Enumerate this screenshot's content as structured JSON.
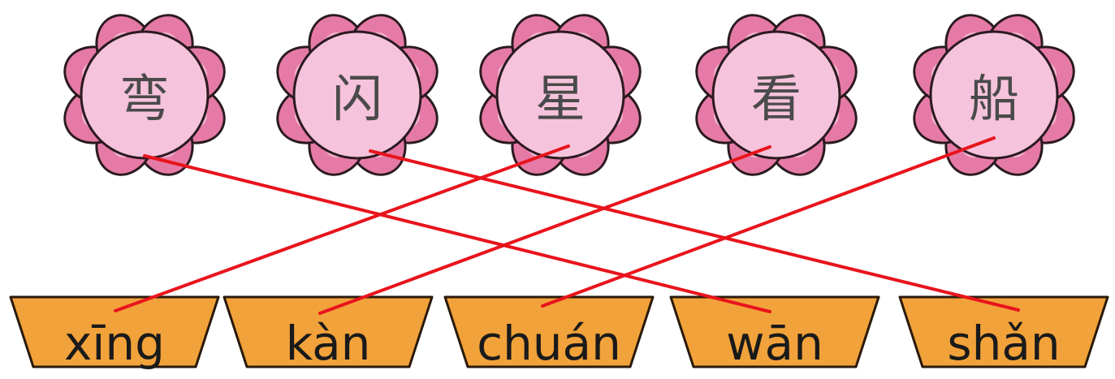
{
  "characters": [
    {
      "id": "wan",
      "label": "弯"
    },
    {
      "id": "shan",
      "label": "闪"
    },
    {
      "id": "xing",
      "label": "星"
    },
    {
      "id": "kan",
      "label": "看"
    },
    {
      "id": "chuan",
      "label": "船"
    }
  ],
  "pinyin": [
    {
      "id": "xing",
      "label": "xīng"
    },
    {
      "id": "kan",
      "label": "kàn"
    },
    {
      "id": "chuan",
      "label": "chuán"
    },
    {
      "id": "wan",
      "label": "wān"
    },
    {
      "id": "shan",
      "label": "shǎn"
    }
  ],
  "matches": [
    {
      "from": "弯",
      "to": "wān"
    },
    {
      "from": "闪",
      "to": "shǎn"
    },
    {
      "from": "星",
      "to": "xīng"
    },
    {
      "from": "看",
      "to": "kàn"
    },
    {
      "from": "船",
      "to": "chuán"
    }
  ],
  "colors": {
    "petal_outer": "#e67aa6",
    "petal_inner": "#f3b3cf",
    "center": "#f6c3dc",
    "stroke": "#2a1a20",
    "tag_fill": "#f2a23a",
    "tag_stroke": "#2a1a0a",
    "line": "#e8141c"
  }
}
